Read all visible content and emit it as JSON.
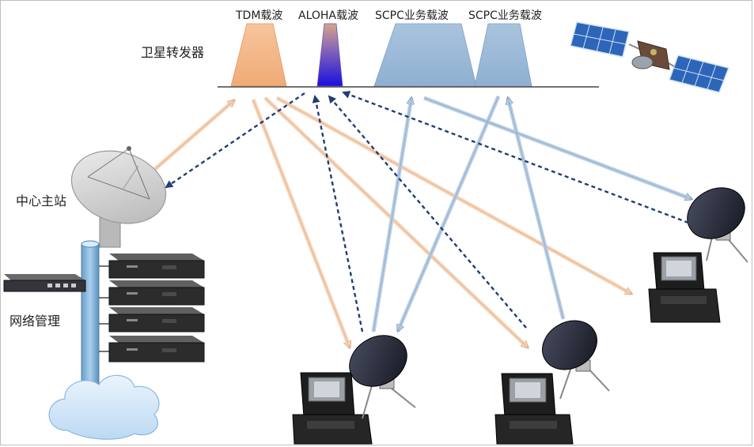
{
  "carriers": {
    "tdm": "TDM载波",
    "aloha": "ALOHA载波",
    "scpc1": "SCPC业务载波",
    "scpc2": "SCPC业务载波"
  },
  "labels": {
    "transponder": "卫星转发器",
    "hub": "中心主站",
    "nms": "网络管理"
  },
  "colors": {
    "tdm": "#f3b584",
    "scpc": "#9dbad8",
    "aloha_top": "#c8a090",
    "aloha_bottom": "#1a10d0",
    "dotted": "#1f3f73",
    "tdm_arrow": "#f7d4b8",
    "scpc_arrow": "#b9cde3"
  }
}
